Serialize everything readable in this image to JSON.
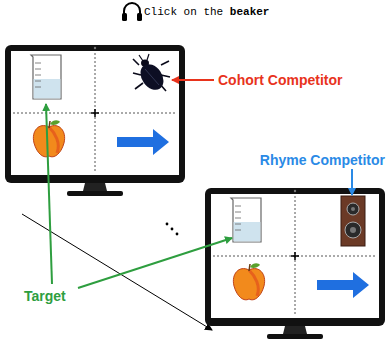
{
  "diagram": {
    "labels": [
      "Click on the",
      "beaker",
      "Cohort Competitor",
      "Rhyme Competitor",
      "Target"
    ]
  }
}
